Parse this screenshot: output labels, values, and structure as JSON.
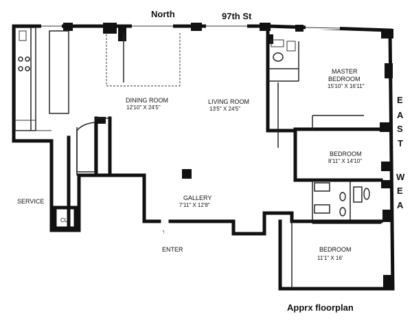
{
  "header": {
    "north": "North",
    "street": "97th St"
  },
  "side_labels": {
    "east": [
      "E",
      "A",
      "S",
      "T"
    ],
    "west": [
      "W",
      "E",
      "A"
    ]
  },
  "rooms": {
    "dining": {
      "name": "DINING ROOM",
      "dims": "12'10\" X 24'5\""
    },
    "living": {
      "name": "LIVING ROOM",
      "dims": "13'5\" X 24'5\""
    },
    "master": {
      "name": "MASTER",
      "name2": "BEDROOM",
      "dims": "15'10\" X 16'11\""
    },
    "bedroom1": {
      "name": "BEDROOM",
      "dims": "8'11\" X 14'10\""
    },
    "gallery": {
      "name": "GALLERY",
      "dims": "7'11\" X 12'8\""
    },
    "bedroom2": {
      "name": "BEDROOM",
      "dims": "11'1\" X 16'"
    }
  },
  "labels": {
    "service": "SERVICE",
    "closet": "CL",
    "enter": "ENTER",
    "enter_arrow": "↑"
  },
  "footer": {
    "caption": "Apprx floorplan"
  }
}
